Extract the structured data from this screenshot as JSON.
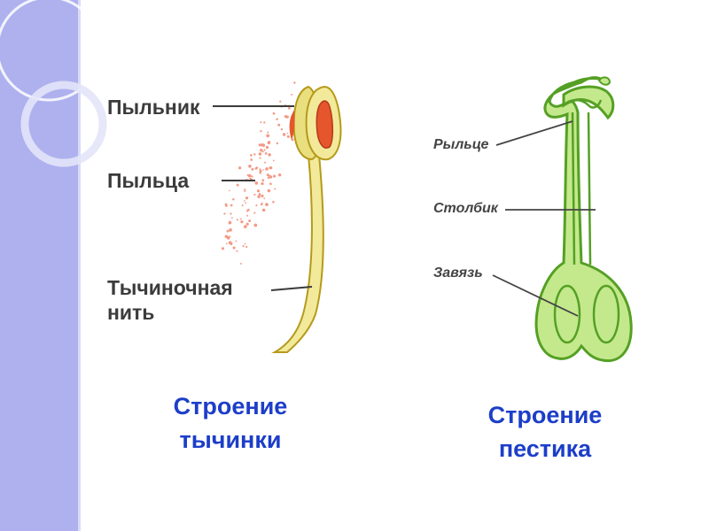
{
  "slide": {
    "colors": {
      "sidebar": "#aeb1ee",
      "caption": "#1c3ec9",
      "stamen": "#f2ea9a",
      "stamen_outline": "#b59a1c",
      "anther_inner": "#e5562c",
      "pollen": "#f29a86",
      "pistil": "#c4e98d",
      "pistil_outline": "#55a024"
    }
  },
  "stamen": {
    "labels": {
      "anther": "Пыльник",
      "pollen": "Пыльца",
      "filament_line1": "Тычиночная",
      "filament_line2": "нить"
    },
    "caption": {
      "line1": "Строение",
      "line2": "тычинки"
    }
  },
  "pistil": {
    "labels": {
      "stigma": "Рыльце",
      "style": "Столбик",
      "ovary": "Завязь"
    },
    "caption": {
      "line1": "Строение",
      "line2": "пестика"
    }
  }
}
